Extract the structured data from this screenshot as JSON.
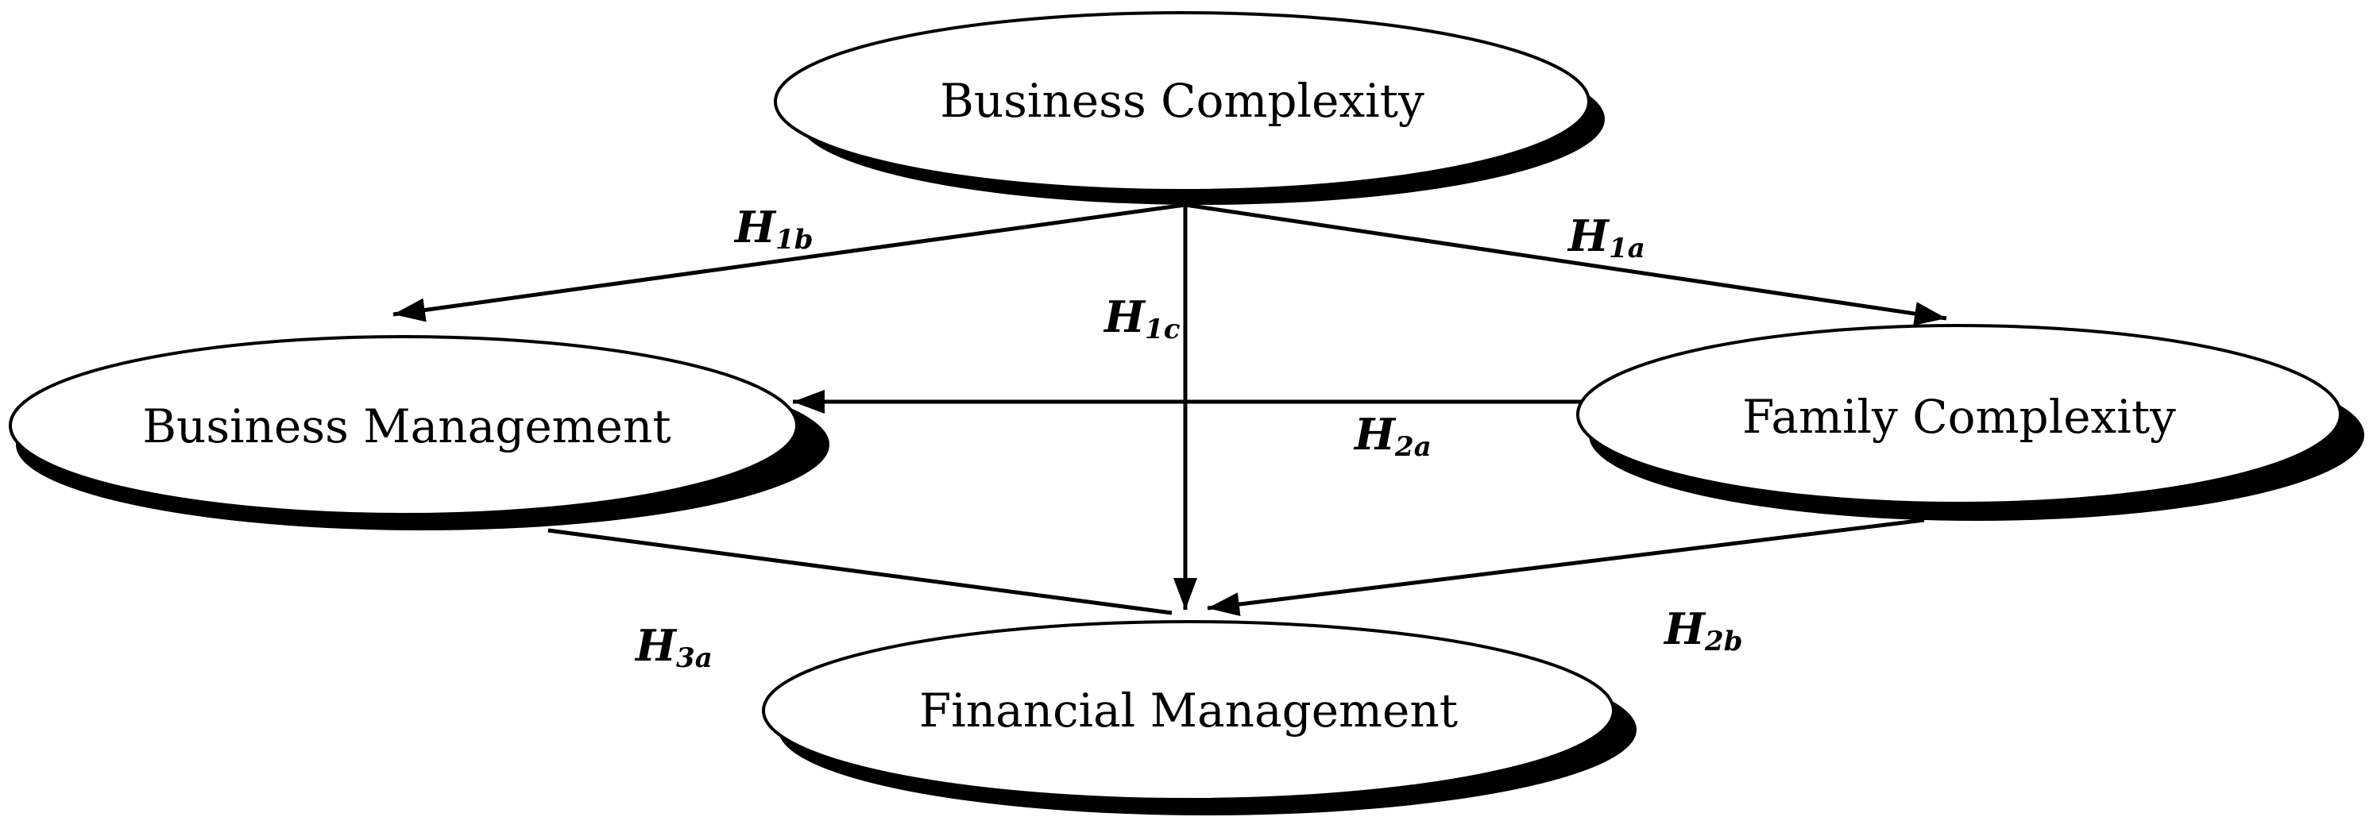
{
  "colors": {
    "stroke": "#000000",
    "shadow": "#000000",
    "fill": "#ffffff",
    "text": "#000000"
  },
  "nodes": {
    "business_complexity": "Business Complexity",
    "business_management": "Business Management",
    "family_complexity": "Family Complexity",
    "financial_management": "Financial Management"
  },
  "hypotheses": {
    "h1a": {
      "main": "H",
      "sub": "1a"
    },
    "h1b": {
      "main": "H",
      "sub": "1b"
    },
    "h1c": {
      "main": "H",
      "sub": "1c"
    },
    "h2a": {
      "main": "H",
      "sub": "2a"
    },
    "h2b": {
      "main": "H",
      "sub": "2b"
    },
    "h3a": {
      "main": "H",
      "sub": "3a"
    }
  },
  "edges": [
    {
      "from": "Business Complexity",
      "to": "Family Complexity",
      "label": "H1a"
    },
    {
      "from": "Business Complexity",
      "to": "Business Management",
      "label": "H1b"
    },
    {
      "from": "Business Complexity",
      "to": "Financial Management",
      "label": "H1c"
    },
    {
      "from": "Family Complexity",
      "to": "Business Management",
      "label": "H2a"
    },
    {
      "from": "Family Complexity",
      "to": "Financial Management",
      "label": "H2b"
    },
    {
      "from": "Business Management",
      "to": "Financial Management",
      "label": "H3a"
    }
  ]
}
